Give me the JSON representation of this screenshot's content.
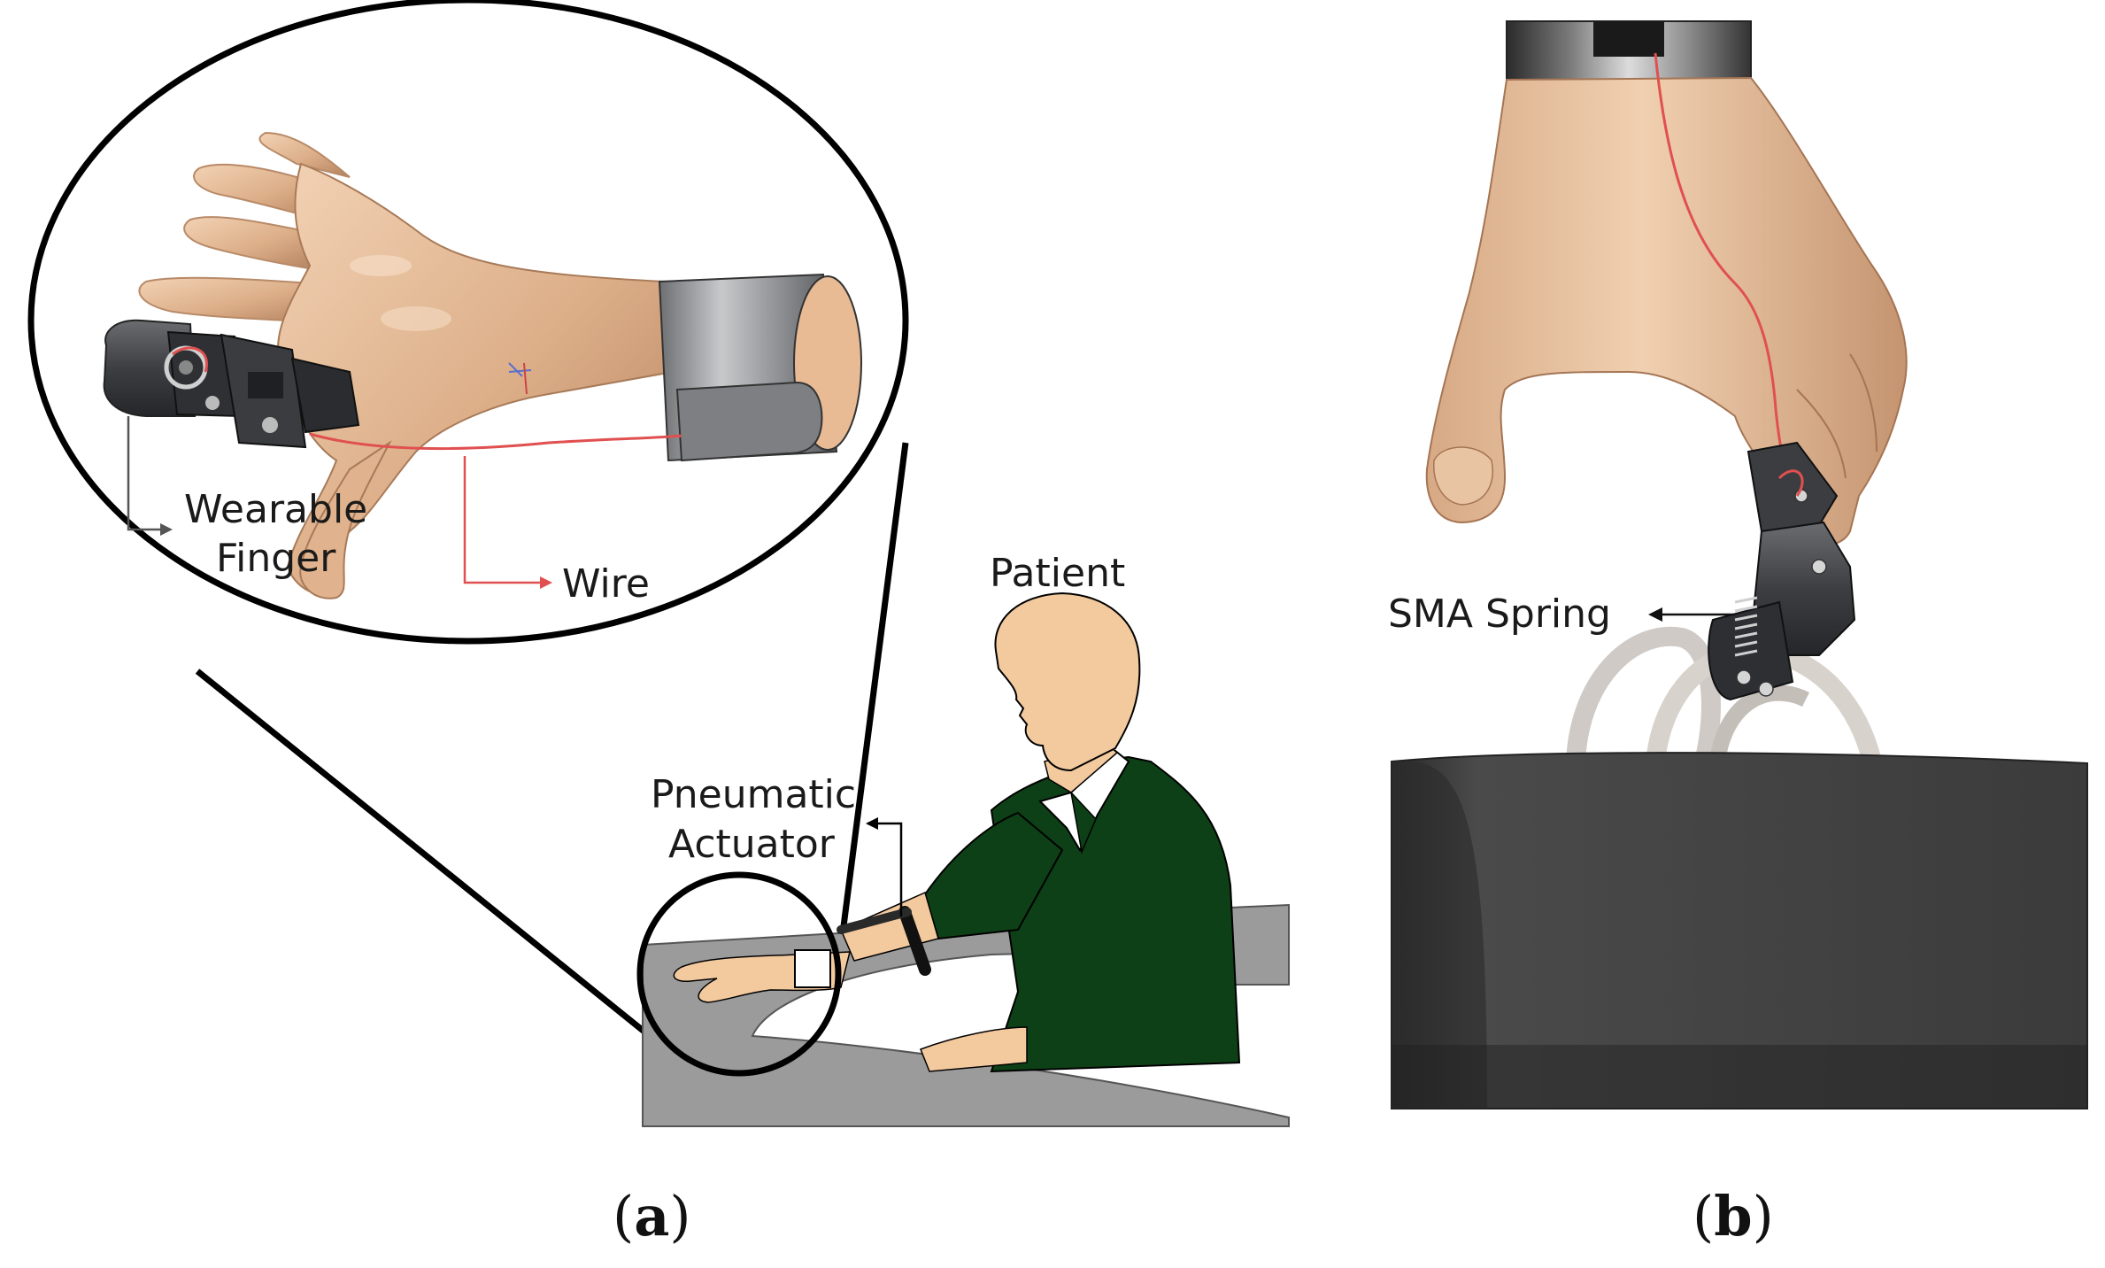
{
  "panel_a": {
    "labels": {
      "wearable_finger_line1": "Wearable",
      "wearable_finger_line2": "Finger",
      "wire": "Wire",
      "patient": "Patient",
      "pneumatic_line1": "Pneumatic",
      "pneumatic_line2": "Actuator"
    },
    "caption": {
      "open": "(",
      "letter": "a",
      "close": ")"
    }
  },
  "panel_b": {
    "labels": {
      "sma_spring": "SMA Spring"
    },
    "caption": {
      "open": "(",
      "letter": "b",
      "close": ")"
    }
  },
  "colors": {
    "skin": "#e6bd98",
    "skin_dark": "#b88a68",
    "shirt": "#0d4016",
    "gray_surface": "#9a9a9a",
    "device_dark": "#3a3c40",
    "bag_dark": "#3c3c3c",
    "wire_red": "#e05050"
  }
}
